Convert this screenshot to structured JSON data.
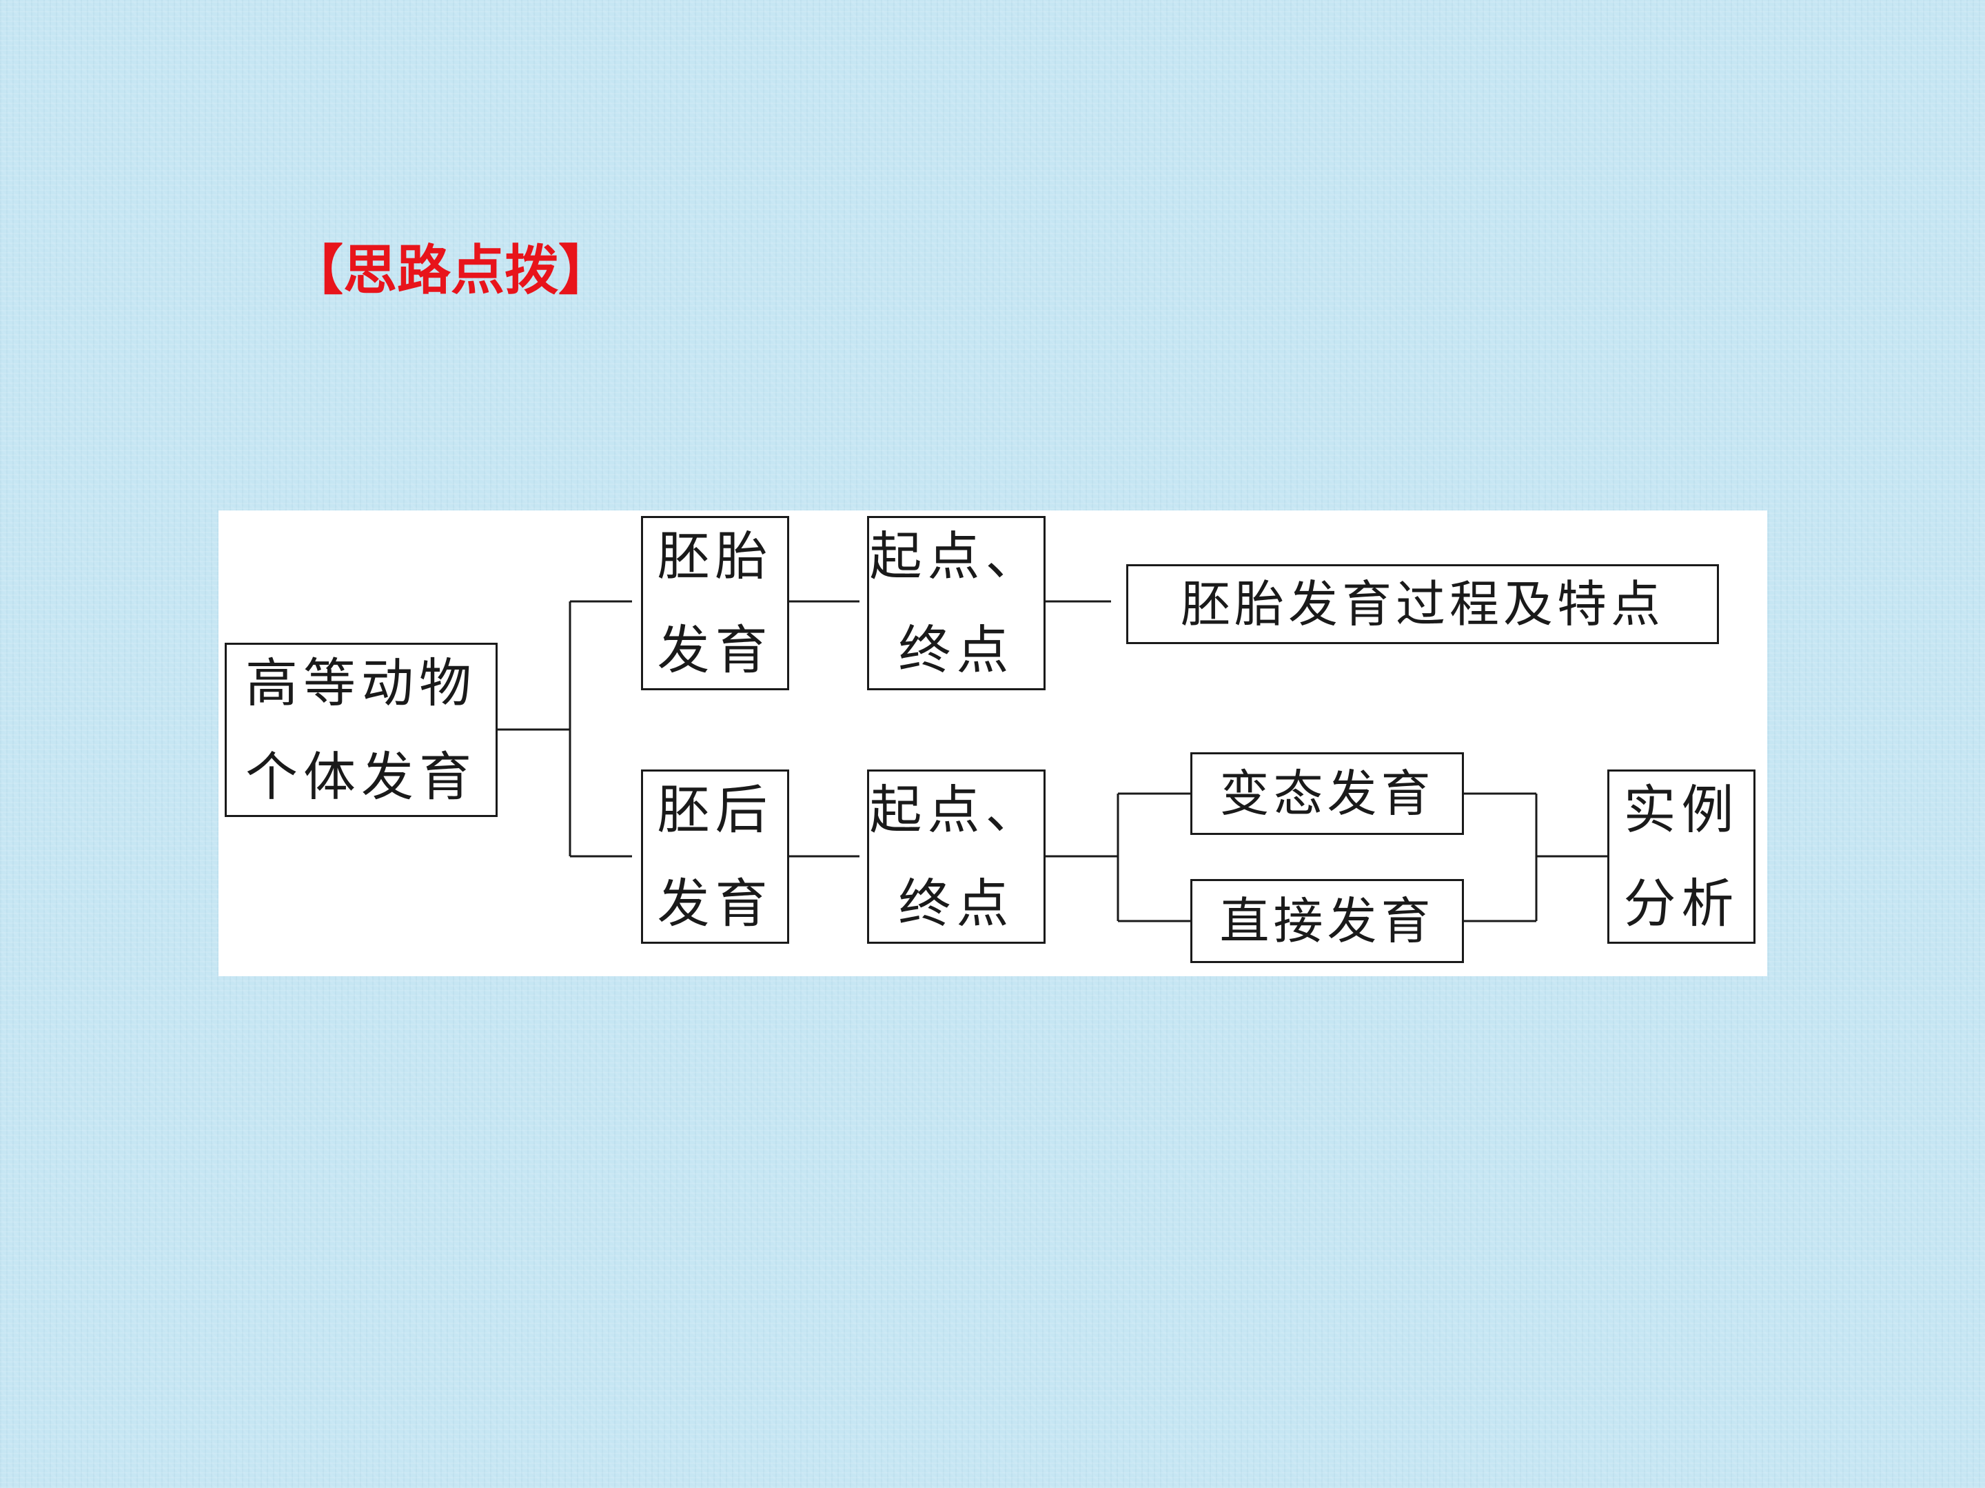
{
  "heading": "【思路点拨】",
  "diagram": {
    "root": {
      "line1": "高等动物",
      "line2": "个体发育"
    },
    "embryo": {
      "stage": {
        "line1": "胚胎",
        "line2": "发育"
      },
      "endpoints": {
        "line1": "起点、",
        "line2": "终点"
      },
      "detail": "胚胎发育过程及特点"
    },
    "postembryo": {
      "stage": {
        "line1": "胚后",
        "line2": "发育"
      },
      "endpoints": {
        "line1": "起点、",
        "line2": "终点"
      },
      "metamorphosis": "变态发育",
      "direct": "直接发育",
      "example": {
        "line1": "实例",
        "line2": "分析"
      }
    }
  }
}
